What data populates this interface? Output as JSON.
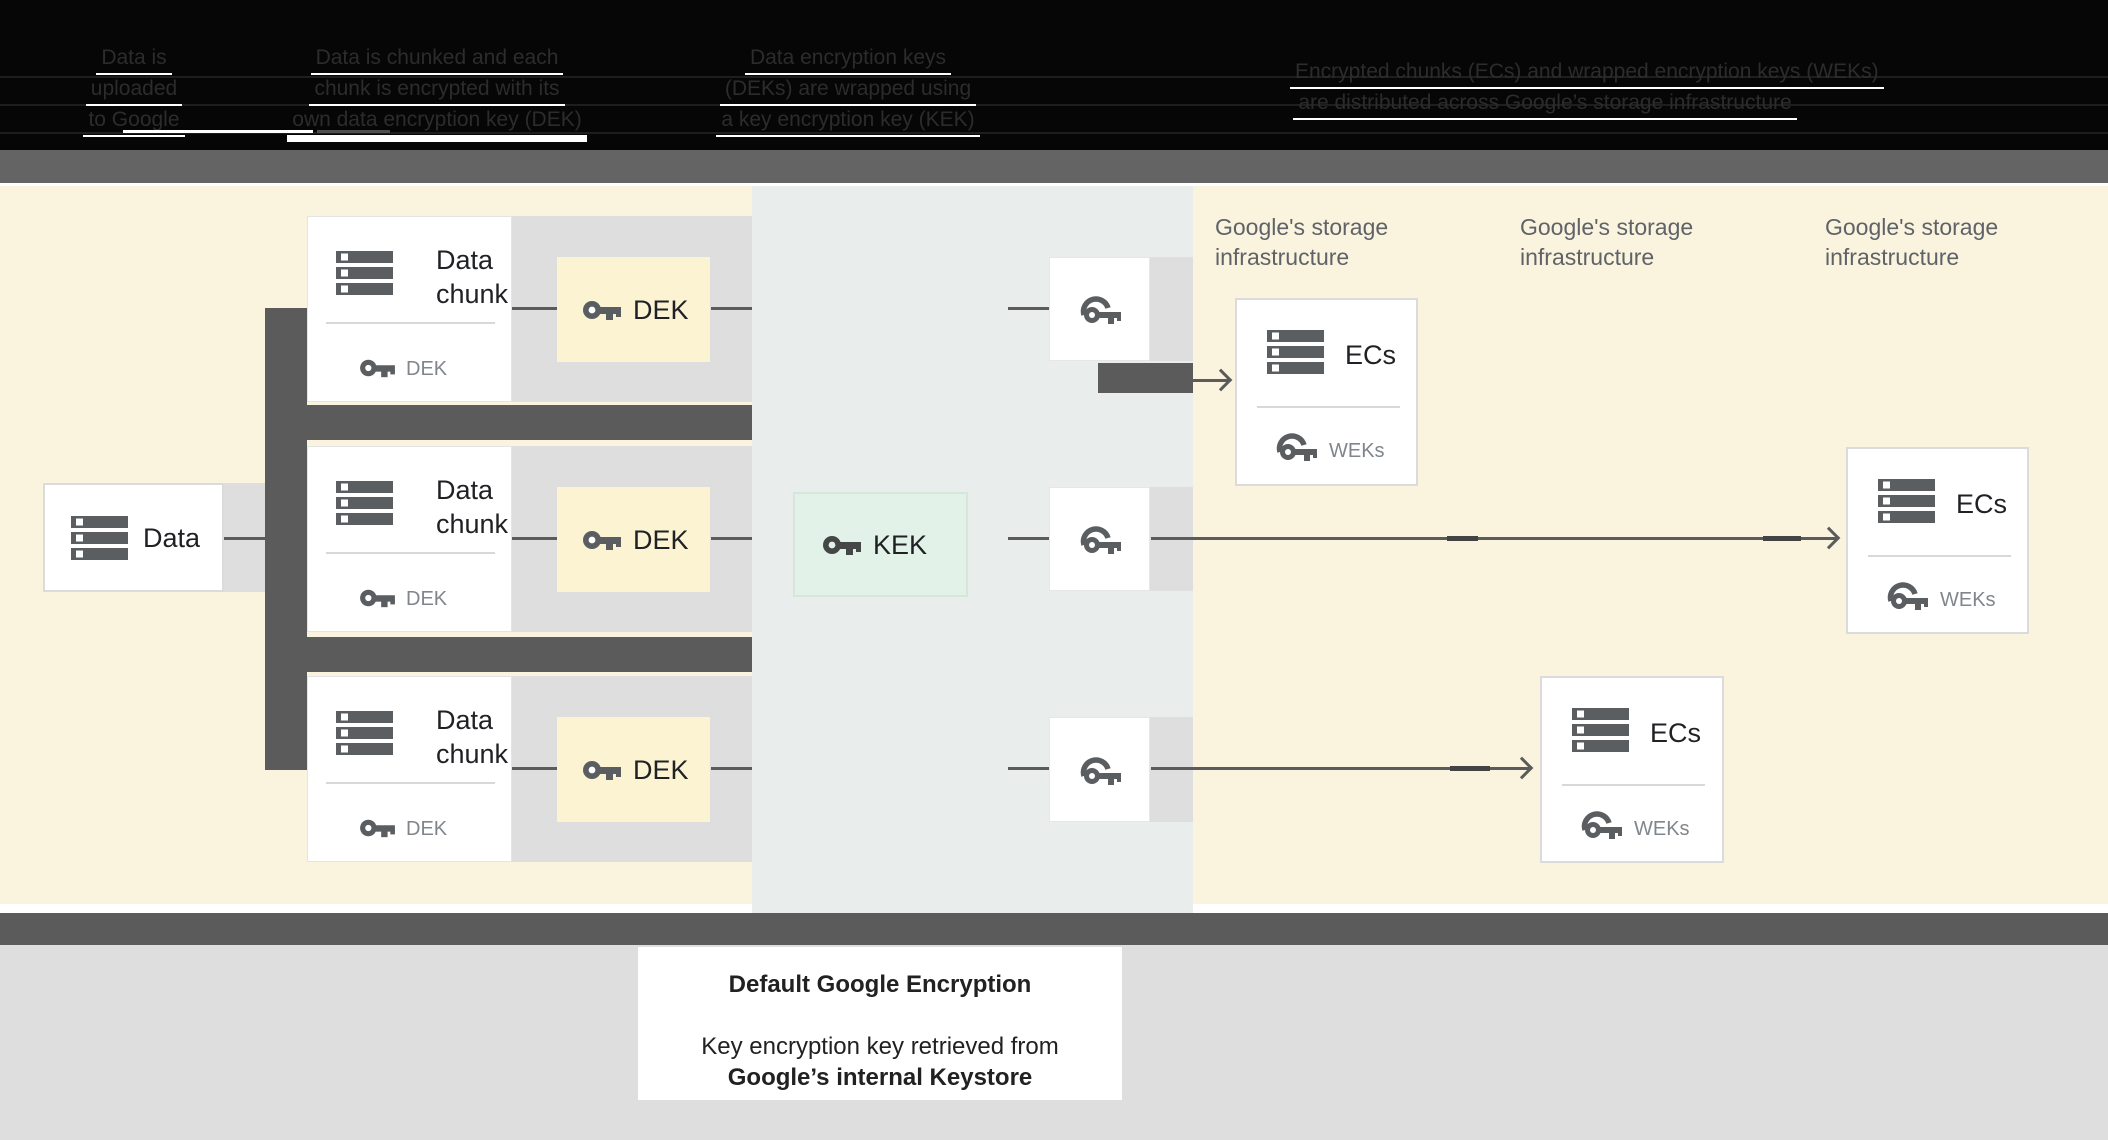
{
  "header": {
    "col1": {
      "l1": "Data is",
      "l2": "uploaded",
      "l3": "to Google"
    },
    "col2": {
      "l1": "Data is chunked and each",
      "l2": "chunk is encrypted with its",
      "l3": "own data encryption key (DEK)"
    },
    "col3": {
      "l1": "Data encryption keys",
      "l2": "(DEKs) are wrapped using",
      "l3": "a key encryption key (KEK)"
    },
    "col4": {
      "l1": "Encrypted chunks (ECs) and wrapped encryption keys (WEKs)",
      "l2": "are distributed across Google’s storage infrastructure"
    }
  },
  "diagram": {
    "data_box": {
      "label": "Data"
    },
    "chunks": [
      {
        "title": "Data chunk",
        "key": "DEK"
      },
      {
        "title": "Data chunk",
        "key": "DEK"
      },
      {
        "title": "Data chunk",
        "key": "DEK"
      }
    ],
    "deks": [
      "DEK",
      "DEK",
      "DEK"
    ],
    "kek": {
      "label": "KEK"
    },
    "storage_labels": [
      "Google's storage infrastructure",
      "Google's storage infrastructure",
      "Google's storage infrastructure"
    ],
    "ecs": [
      {
        "title": "ECs",
        "key": "WEKs"
      },
      {
        "title": "ECs",
        "key": "WEKs"
      },
      {
        "title": "ECs",
        "key": "WEKs"
      }
    ]
  },
  "caption": {
    "title": "Default Google Encryption",
    "body_line1": "Key encryption key retrieved from",
    "body_line2": "Google’s internal Keystore"
  },
  "colors": {
    "cream_background": "#faf3de",
    "center_band": "#e9edec",
    "row_strip_gray": "#dedede",
    "dark_gray": "#5b5b5b",
    "band_gray": "#646464",
    "dek_yellow": "#fcf3d3",
    "kek_mint": "#e3f2e9",
    "text_dark": "#202124",
    "text_gray": "#80868b",
    "label_gray": "#5f6368"
  }
}
